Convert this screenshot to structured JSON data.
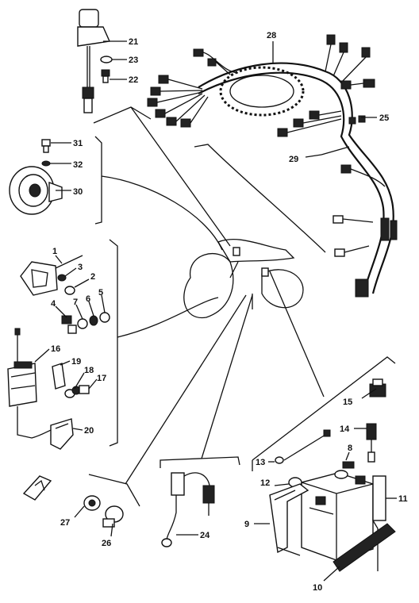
{
  "diagram": {
    "callouts": [
      {
        "id": "c21",
        "text": "21"
      },
      {
        "id": "c23",
        "text": "23"
      },
      {
        "id": "c22",
        "text": "22"
      },
      {
        "id": "c28",
        "text": "28"
      },
      {
        "id": "c25",
        "text": "25"
      },
      {
        "id": "c29",
        "text": "29"
      },
      {
        "id": "c31",
        "text": "31"
      },
      {
        "id": "c32",
        "text": "32"
      },
      {
        "id": "c30",
        "text": "30"
      },
      {
        "id": "c1",
        "text": "1"
      },
      {
        "id": "c3",
        "text": "3"
      },
      {
        "id": "c2",
        "text": "2"
      },
      {
        "id": "c4",
        "text": "4"
      },
      {
        "id": "c7",
        "text": "7"
      },
      {
        "id": "c6",
        "text": "6"
      },
      {
        "id": "c5",
        "text": "5"
      },
      {
        "id": "c16",
        "text": "16"
      },
      {
        "id": "c19",
        "text": "19"
      },
      {
        "id": "c18",
        "text": "18"
      },
      {
        "id": "c17",
        "text": "17"
      },
      {
        "id": "c20",
        "text": "20"
      },
      {
        "id": "c15",
        "text": "15"
      },
      {
        "id": "c14",
        "text": "14"
      },
      {
        "id": "c13",
        "text": "13"
      },
      {
        "id": "c8",
        "text": "8"
      },
      {
        "id": "c12",
        "text": "12"
      },
      {
        "id": "c11",
        "text": "11"
      },
      {
        "id": "c9",
        "text": "9"
      },
      {
        "id": "c10",
        "text": "10"
      },
      {
        "id": "c27",
        "text": "27"
      },
      {
        "id": "c26",
        "text": "26"
      },
      {
        "id": "c24",
        "text": "24"
      }
    ]
  }
}
